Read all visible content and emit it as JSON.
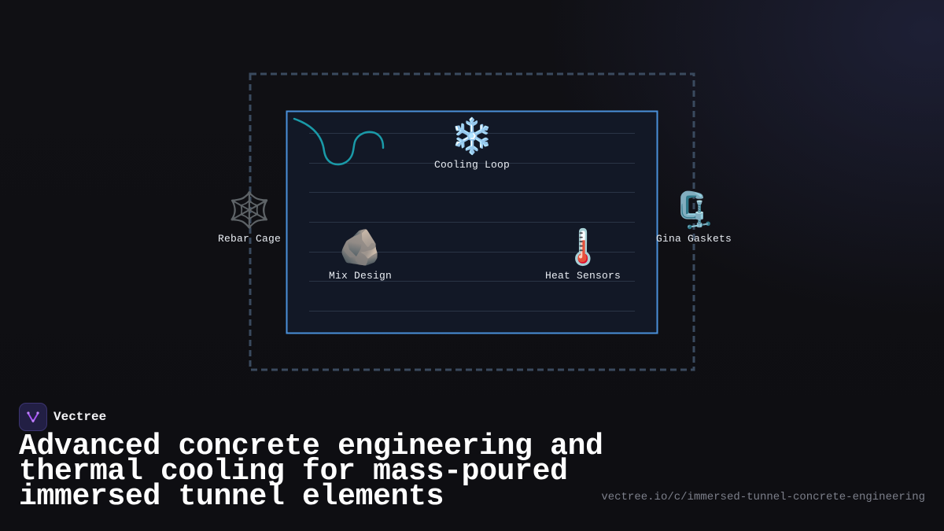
{
  "diagram": {
    "nodes": [
      {
        "id": "cooling-loop",
        "icon": "snowflake-icon",
        "glyph": "❄️",
        "label": "Cooling Loop"
      },
      {
        "id": "rebar-cage",
        "icon": "web-icon",
        "glyph": "🕸️",
        "label": "Rebar Cage"
      },
      {
        "id": "gina-gaskets",
        "icon": "clamp-icon",
        "glyph": "🗜️",
        "label": "Gina Gaskets"
      },
      {
        "id": "mix-design",
        "icon": "rock-icon",
        "glyph": "🪨",
        "label": "Mix Design"
      },
      {
        "id": "heat-sensors",
        "icon": "thermometer-icon",
        "glyph": "🌡️",
        "label": "Heat Sensors"
      }
    ],
    "colors": {
      "outer_border": "#3a4a5e",
      "inner_border": "#4a90d9",
      "inner_fill": "#121826",
      "grid_lines": "#2a3446",
      "curve": "#1a9aa8"
    }
  },
  "brand": {
    "name": "Vectree",
    "logo_icon": "vectree-logo-icon",
    "accent": "#a855f7"
  },
  "headline": "Advanced concrete engineering and thermal cooling for mass-poured immersed tunnel elements",
  "url": "vectree.io/c/immersed-tunnel-concrete-engineering"
}
